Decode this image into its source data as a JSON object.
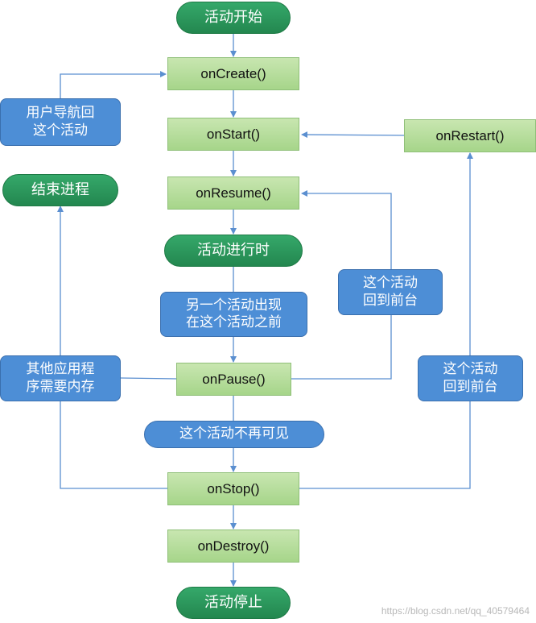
{
  "nodes": {
    "activity_start": "活动开始",
    "on_create": "onCreate()",
    "on_start": "onStart()",
    "on_restart": "onRestart()",
    "on_resume": "onResume()",
    "activity_running": "活动进行时",
    "another_activity": [
      "另一个活动出现",
      "在这个活动之前"
    ],
    "on_pause": "onPause()",
    "activity_invisible": "这个活动不再可见",
    "on_stop": "onStop()",
    "on_destroy": "onDestroy()",
    "activity_stop": "活动停止",
    "user_navigates_back": [
      "用户导航回",
      "这个活动"
    ],
    "kill_process": "结束进程",
    "other_apps_need_memory": [
      "其他应用程",
      "序需要内存"
    ],
    "return_foreground_resume": [
      "这个活动",
      "回到前台"
    ],
    "return_foreground_restart": [
      "这个活动",
      "回到前台"
    ]
  },
  "watermark": "https://blog.csdn.net/qq_40579464",
  "colors": {
    "terminal": "#2a9358",
    "process": "#b5dd9c",
    "note": "#4d8ed6",
    "connector": "#5b8fd0"
  }
}
